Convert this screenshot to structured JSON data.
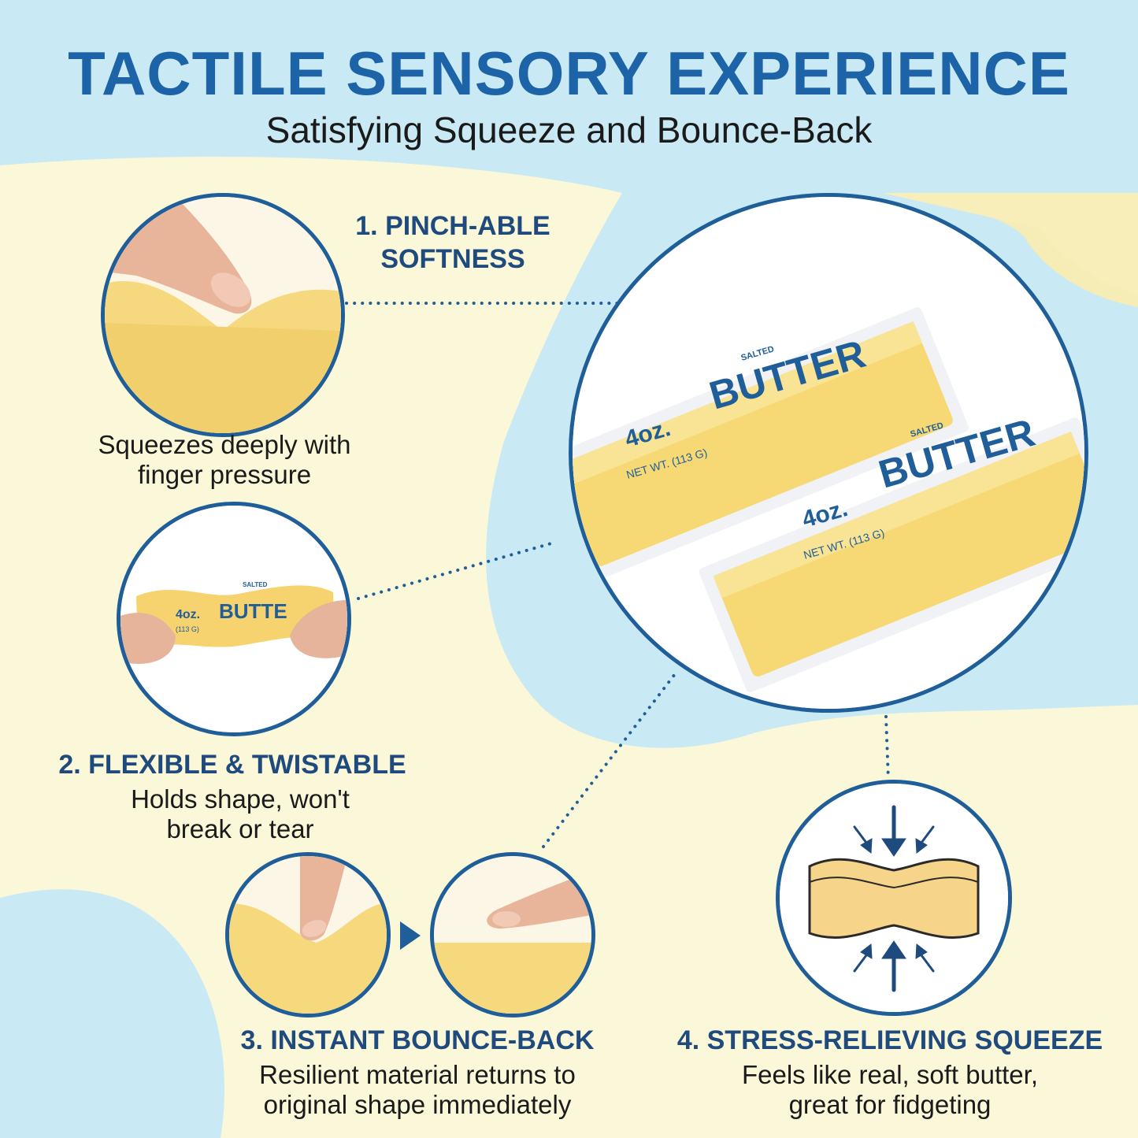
{
  "title": "TACTILE SENSORY EXPERIENCE",
  "subtitle": "Satisfying Squeeze and Bounce-Back",
  "colors": {
    "accent_blue": "#1d63a8",
    "heading_navy": "#1f4a7d",
    "butter_yellow": "#f6d977",
    "bg_cream": "#fbf8d9",
    "bg_blue": "#c9e9f4"
  },
  "product": {
    "salted": "SALTED",
    "brand": "BUTTER",
    "weight": "4oz.",
    "net_wt": "NET WT. (113 G)"
  },
  "features": [
    {
      "heading": [
        "1. PINCH-ABLE",
        "SOFTNESS"
      ],
      "description": [
        "Squeezes deeply with",
        "finger pressure"
      ]
    },
    {
      "heading": [
        "2. FLEXIBLE & TWISTABLE"
      ],
      "description": [
        "Holds shape, won't",
        "break or tear"
      ]
    },
    {
      "heading": [
        "3. INSTANT BOUNCE-BACK"
      ],
      "description": [
        "Resilient material returns to",
        "original shape immediately"
      ]
    },
    {
      "heading": [
        "4. STRESS-RELIEVING SQUEEZE"
      ],
      "description": [
        "Feels like real, soft butter,",
        "great for fidgeting"
      ]
    }
  ],
  "icons": {
    "next_arrow": "triangle-right-icon",
    "compress_arrows": "compress-arrows-icon"
  },
  "small_bar": {
    "salted": "SALTED",
    "brand": "BUTTE",
    "weight": "4oz.",
    "net_wt": "(113 G)"
  }
}
